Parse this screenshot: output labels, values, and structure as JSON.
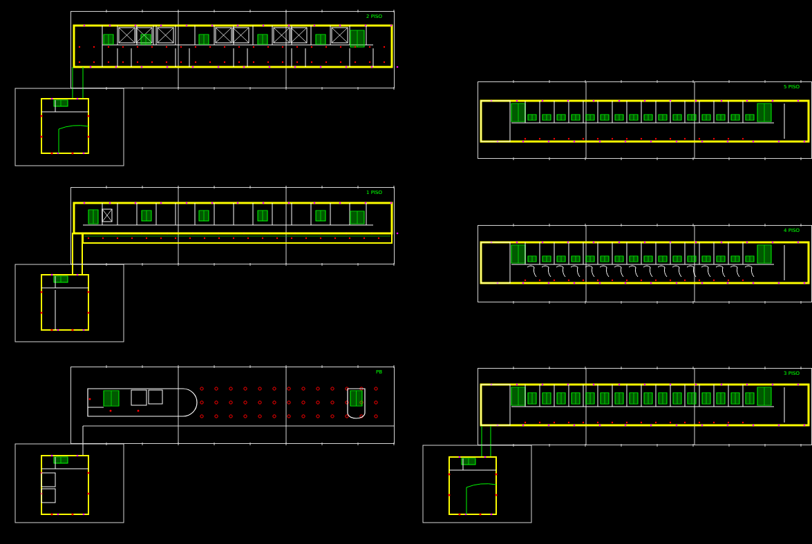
{
  "diagram": {
    "nodes": [
      {
        "text": [
          "2 PISO"
        ]
      },
      {
        "text": [
          "5 PISO"
        ]
      },
      {
        "text": [
          "1 PISO"
        ]
      },
      {
        "text": [
          "4 PISO"
        ]
      },
      {
        "text": [
          "PB"
        ]
      },
      {
        "text": [
          "3 PISO"
        ]
      }
    ]
  }
}
